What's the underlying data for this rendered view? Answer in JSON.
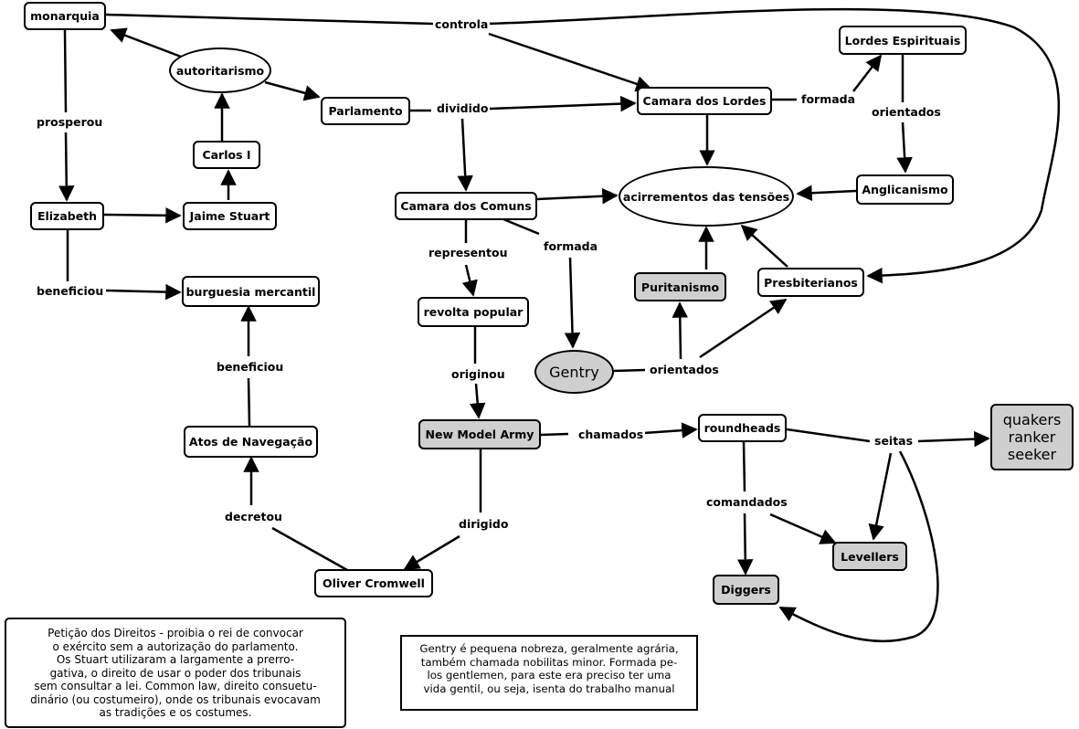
{
  "nodes": {
    "monarquia": "monarquia",
    "autoritarismo": "autoritarismo",
    "parlamento": "Parlamento",
    "camara_lordes": "Camara dos Lordes",
    "lordes_espirituais": "Lordes Espirituais",
    "carlos_i": "Carlos I",
    "elizabeth": "Elizabeth",
    "jaime_stuart": "Jaime Stuart",
    "camara_comuns": "Camara dos Comuns",
    "acirramentos": "acirrementos das tensões",
    "anglicanismo": "Anglicanismo",
    "burguesia": "burguesia mercantil",
    "puritanismo": "Puritanismo",
    "presbiterianos": "Presbiterianos",
    "revolta": "revolta popular",
    "gentry": "Gentry",
    "atos": "Atos de Navegação",
    "nma": "New Model Army",
    "roundheads": "roundheads",
    "quakers": "quakers\nranker\nseeker",
    "levellers": "Levellers",
    "diggers": "Diggers",
    "cromwell": "Oliver Cromwell"
  },
  "labels": {
    "controla": "controla",
    "prosperou": "prosperou",
    "dividido": "dividido",
    "formada_lordes": "formada",
    "orientados_lordes": "orientados",
    "representou": "representou",
    "formada_comuns": "formada",
    "beneficiou_elizabeth": "beneficiou",
    "beneficiou_atos": "beneficiou",
    "originou": "originou",
    "orientados_gentry": "orientados",
    "chamados": "chamados",
    "seitas": "seitas",
    "comandados": "comandados",
    "decretou": "decretou",
    "dirigido": "dirigido"
  },
  "notes": {
    "peticao": "Petição dos Direitos - proibia o rei de convocar\no exército sem a autorização do parlamento.\nOs Stuart utilizaram a largamente a prerro-\ngativa, o direito de usar o poder dos tribunais\nsem consultar a lei. Common law, direito consuetu-\ndinário (ou costumeiro), onde os tribunais evocavam\nas tradições e os costumes.",
    "gentry": "Gentry é pequena nobreza, geralmente agrária,\ntambém chamada nobilitas minor. Formada pe-\nlos gentlemen, para este era preciso ter uma\nvida gentil, ou seja, isenta do trabalho manual"
  }
}
